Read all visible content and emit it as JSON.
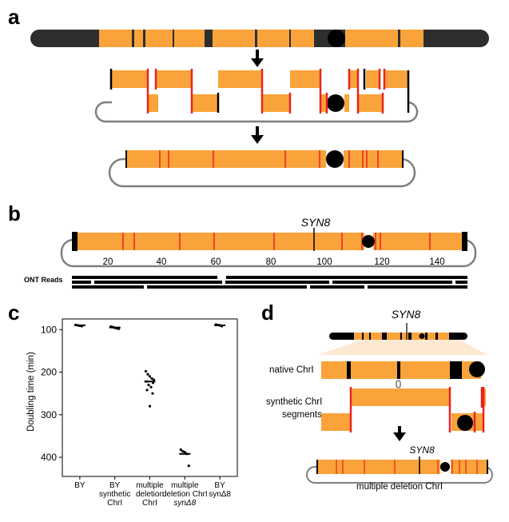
{
  "colors": {
    "orange": "#F9A33A",
    "black": "#000000",
    "red": "#E8251F",
    "grey_ring": "#7F7F7F",
    "dark_chrom": "#2E2E2E",
    "fan": "#FDE8D2"
  },
  "panels": {
    "a": "a",
    "b": "b",
    "c": "c",
    "d": "d"
  },
  "panel_b": {
    "gene_label": "SYN8",
    "axis_ticks": [
      "20",
      "40",
      "60",
      "80",
      "100",
      "120",
      "140"
    ],
    "reads_label": "ONT Reads"
  },
  "panel_d": {
    "gene_label_top": "SYN8",
    "native_label": "native ChrI",
    "synthetic_label_line1": "synthetic ChrI",
    "synthetic_label_line2": "segments",
    "gene_label_bottom": "SYN8",
    "bottom_label": "multiple deletion ChrI"
  },
  "chart_data": {
    "type": "scatter",
    "ylabel": "Doubling time (min)",
    "ylim": [
      75,
      445
    ],
    "y_inverted": true,
    "yticks": [
      "100",
      "200",
      "300",
      "400"
    ],
    "categories": [
      {
        "line1": "BY",
        "line2": "",
        "line3": "",
        "line3_italic": false
      },
      {
        "line1": "BY",
        "line2": "synthetic",
        "line3": "ChrI",
        "line3_italic": false
      },
      {
        "line1": "multiple",
        "line2": "deletion",
        "line3": "ChrI",
        "line3_italic": false
      },
      {
        "line1": "multiple",
        "line2": "deletion ChrI",
        "line3": "synΔ8",
        "line3_italic": true
      },
      {
        "line1": "BY",
        "line2": "synΔ8",
        "line3": "",
        "line3_italic": false
      }
    ],
    "points": [
      [
        89,
        90,
        91,
        92
      ],
      [
        93,
        94,
        96,
        97,
        98
      ],
      [
        198,
        205,
        210,
        215,
        218,
        222,
        225,
        230,
        235,
        242,
        250,
        280
      ],
      [
        382,
        386,
        388,
        392,
        420
      ],
      [
        88,
        89,
        90,
        92
      ]
    ],
    "medians": [
      90,
      95,
      222,
      392,
      90
    ]
  }
}
